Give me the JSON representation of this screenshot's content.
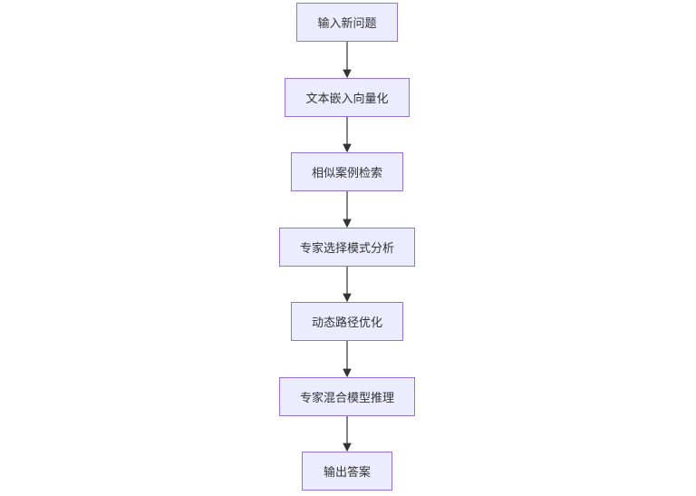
{
  "colors": {
    "node_fill": "#ECECFF",
    "node_stroke": "#9370DB",
    "edge": "#333333",
    "text": "#333333"
  },
  "nodes": [
    {
      "label": "输入新问题"
    },
    {
      "label": "文本嵌入向量化"
    },
    {
      "label": "相似案例检索"
    },
    {
      "label": "专家选择模式分析"
    },
    {
      "label": "动态路径优化"
    },
    {
      "label": "专家混合模型推理"
    },
    {
      "label": "输出答案"
    }
  ]
}
